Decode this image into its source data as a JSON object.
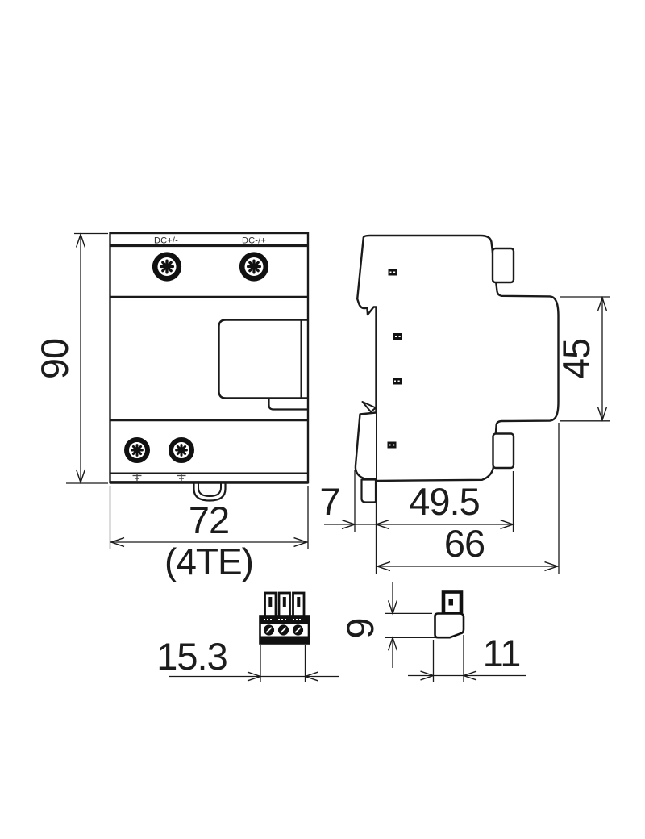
{
  "title": "DIN-rail surge protective device dimension drawing",
  "front_view": {
    "terminal_labels": {
      "left": "DC+/-",
      "right": "DC-/+"
    },
    "dimensions": {
      "height_mm": "90",
      "width_mm": "72",
      "width_note": "(4TE)"
    }
  },
  "side_view": {
    "dimensions": {
      "front_section_height_mm": "45",
      "rail_clip_depth_mm": "7",
      "body_depth_mm": "49.5",
      "total_depth_mm": "66"
    }
  },
  "terminal_block_front": {
    "dimensions": {
      "width_mm": "15.3"
    }
  },
  "terminal_block_side": {
    "dimensions": {
      "height_mm": "9",
      "depth_mm": "11"
    }
  },
  "icons": {
    "screw": "torx-screw-head",
    "ground": "earth-ground-symbol",
    "vent": "vent-slot-marker"
  },
  "colors": {
    "line": "#1a1a1a",
    "dimension_line": "#1f1f1f",
    "background": "#ffffff"
  }
}
